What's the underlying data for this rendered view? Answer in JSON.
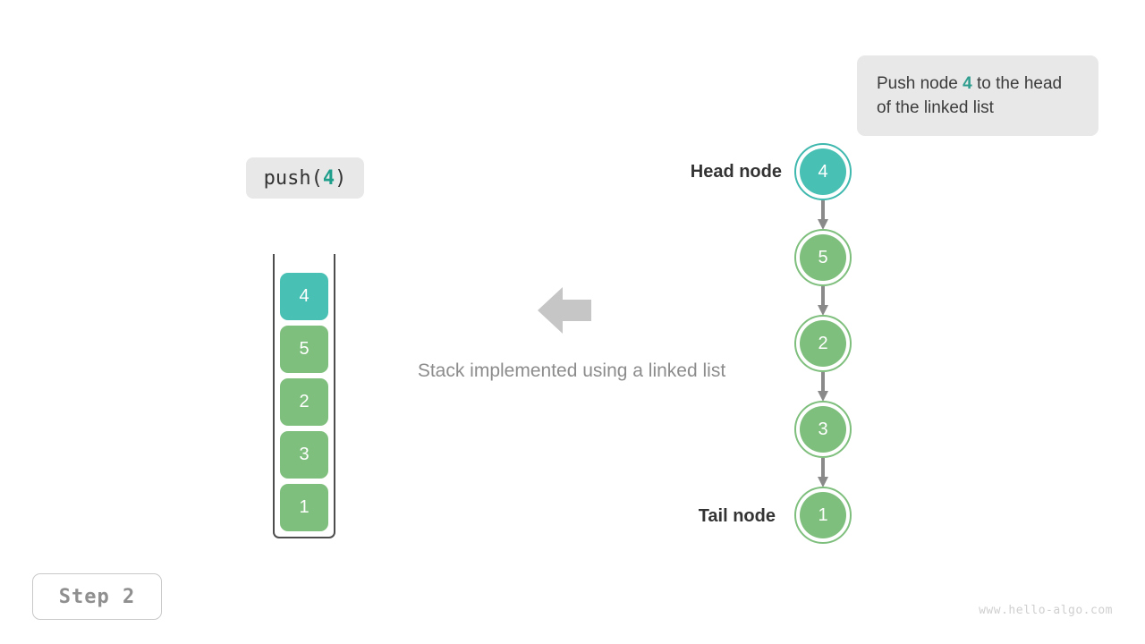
{
  "callout": {
    "text_before": "Push node ",
    "highlight": "4",
    "text_after": " to the head of the linked list"
  },
  "operation": {
    "name": "push",
    "open_paren": "(",
    "argument": "4",
    "close_paren": ")"
  },
  "stack": {
    "label": "stack-column",
    "cells": [
      {
        "value": "4",
        "color": "#49c0b4",
        "highlighted": true
      },
      {
        "value": "5",
        "color": "#7fbf7d",
        "highlighted": false
      },
      {
        "value": "2",
        "color": "#7fbf7d",
        "highlighted": false
      },
      {
        "value": "3",
        "color": "#7fbf7d",
        "highlighted": false
      },
      {
        "value": "1",
        "color": "#7fbf7d",
        "highlighted": false
      }
    ]
  },
  "center": {
    "arrow_direction": "left",
    "caption": "Stack implemented using a linked list"
  },
  "linked_list": {
    "head_label": "Head node",
    "tail_label": "Tail node",
    "nodes": [
      {
        "value": "4",
        "color": "#49c0b4",
        "highlighted": true
      },
      {
        "value": "5",
        "color": "#7fbf7d",
        "highlighted": false
      },
      {
        "value": "2",
        "color": "#7fbf7d",
        "highlighted": false
      },
      {
        "value": "3",
        "color": "#7fbf7d",
        "highlighted": false
      },
      {
        "value": "1",
        "color": "#7fbf7d",
        "highlighted": false
      }
    ]
  },
  "step_badge": "Step 2",
  "watermark": "www.hello-algo.com",
  "colors": {
    "accent_teal": "#49c0b4",
    "node_green": "#7fbf7d",
    "highlight_text": "#2f9e8f",
    "box_gray": "#e8e8e8",
    "arrow_gray": "#8a8a8a",
    "caption_gray": "#8c8c8c"
  }
}
